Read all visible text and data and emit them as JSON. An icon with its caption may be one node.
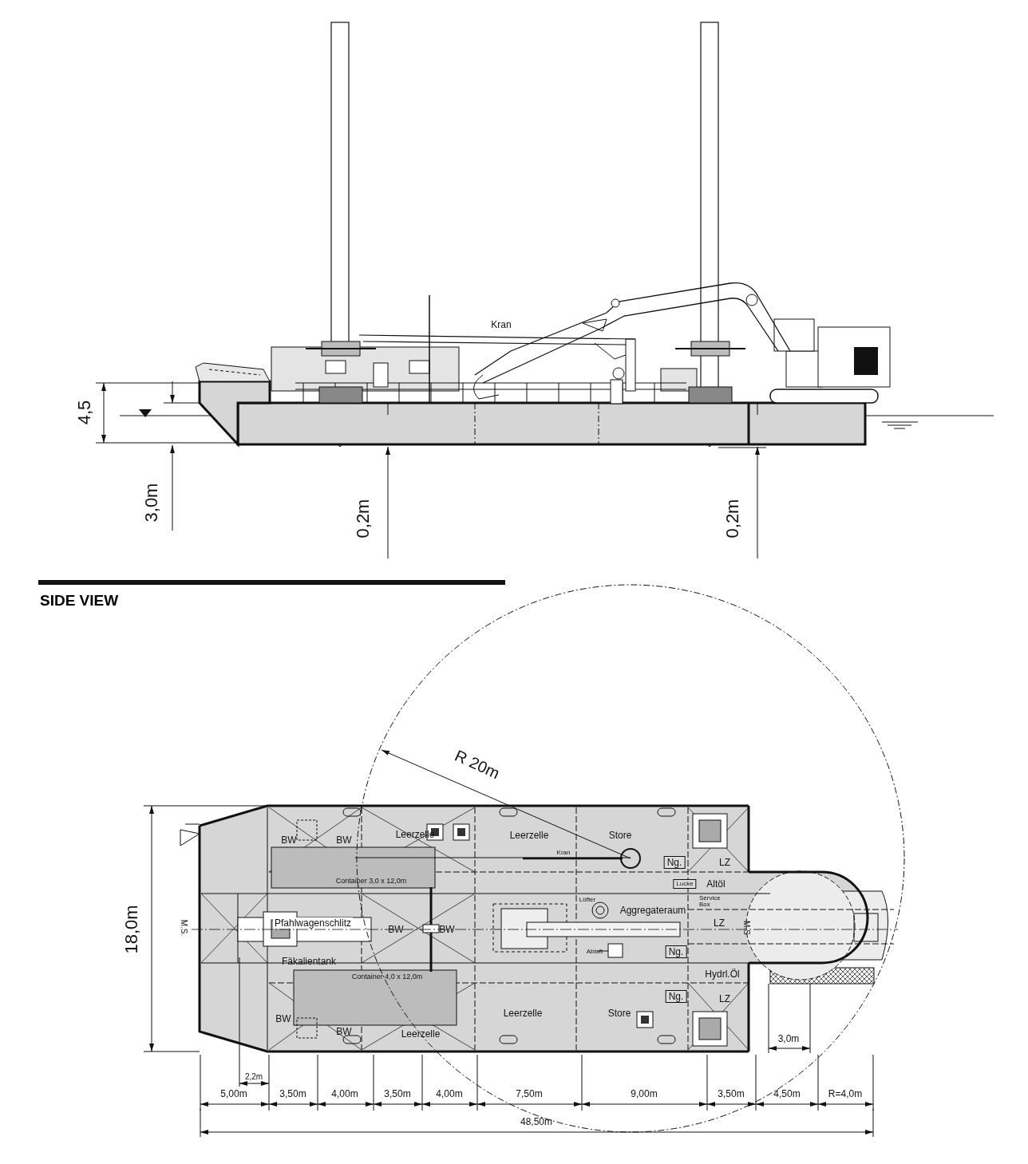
{
  "diagram": {
    "title": "SIDE VIEW",
    "labels": [
      "Kran",
      "4,5",
      "3,0m",
      "0,2m",
      "0,2m",
      "R 20m",
      "BW",
      "BW",
      "Leerzelle",
      "Leerzelle",
      "Store",
      "Kran",
      "Ng.",
      "LZ",
      "Container 3,0 x 12,0m",
      "Lucke",
      "Altöl",
      "Lüfter",
      "Service Box",
      "Aggregateraum",
      "Pfahlwagenschlitz",
      "LZ",
      "BW",
      "BW",
      "M.S.",
      "M.S",
      "18,0m",
      "Abluft",
      "Ng.",
      "Fäkalientank",
      "Container 4,0 x 12,0m",
      "Hydrl.Öl",
      "Ng.",
      "LZ",
      "Leerzelle",
      "Store",
      "BW",
      "BW",
      "Leerzelle",
      "3,0m",
      "2,2m",
      "5,00m",
      "3,50m",
      "4,00m",
      "3,50m",
      "4,00m",
      "7,50m",
      "9,00m",
      "3,50m",
      "4,50m",
      "R=4,0m",
      "48,50m"
    ]
  }
}
